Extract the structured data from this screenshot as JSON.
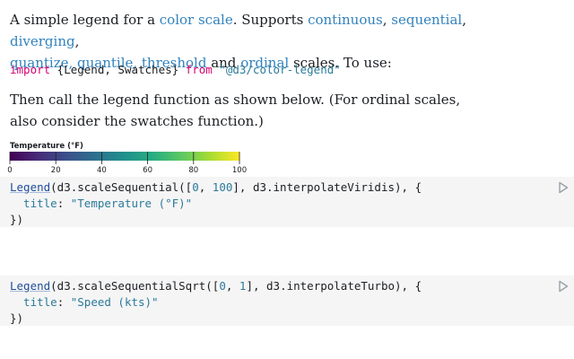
{
  "intro": {
    "t1": "A simple legend for a ",
    "link_color_scale": "color scale",
    "t2": ". Supports ",
    "link_continuous": "continuous",
    "t3": ", ",
    "link_sequential": "sequential",
    "t4": ", ",
    "link_diverging": "diverging",
    "t5": ",",
    "link_quantize": "quantize, quantile, threshold",
    "t6": " and ",
    "link_ordinal": "ordinal",
    "t7": " scales. To use:"
  },
  "import_code": {
    "kw_import": "import",
    "names": " {Legend, Swatches} ",
    "kw_from": "from",
    "module": " \"@d3/color-legend\""
  },
  "then_text": "Then call the legend function as shown below. (For ordinal scales, also consider the swatches function.)",
  "legend": {
    "title": "Temperature (°F)",
    "ticks": [
      "0",
      "20",
      "40",
      "60",
      "80",
      "100"
    ],
    "domain": [
      0,
      100
    ],
    "colors": [
      "#440154",
      "#472c7a",
      "#3b518b",
      "#2c718e",
      "#21908d",
      "#27ad81",
      "#5cc863",
      "#aadc32",
      "#fde725"
    ]
  },
  "cell1": {
    "line1_fn": "Legend",
    "line1_rest": "(d3.scaleSequential([",
    "line1_n1": "0",
    "line1_c": ", ",
    "line1_n2": "100",
    "line1_rest2": "], d3.interpolateViridis), {",
    "line2_key": "  title",
    "line2_colon": ": ",
    "line2_str": "\"Temperature (°F)\"",
    "line3": "})"
  },
  "cell2": {
    "line1_fn": "Legend",
    "line1_rest": "(d3.scaleSequentialSqrt([",
    "line1_n1": "0",
    "line1_c": ", ",
    "line1_n2": "1",
    "line1_rest2": "], d3.interpolateTurbo), {",
    "line2_key": "  title",
    "line2_colon": ": ",
    "line2_str": "\"Speed (kts)\"",
    "line3": "})"
  }
}
